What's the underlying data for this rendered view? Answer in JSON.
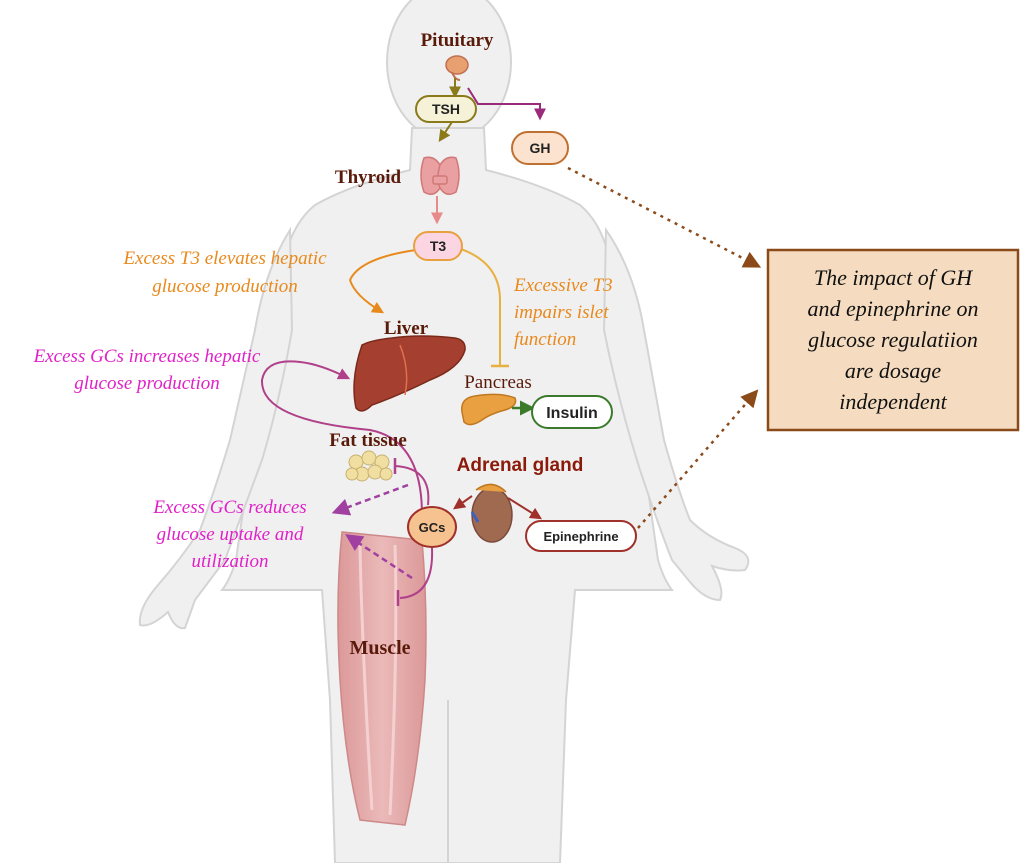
{
  "labels": {
    "pituitary": "Pituitary",
    "thyroid": "Thyroid",
    "liver": "Liver",
    "pancreas": "Pancreas",
    "fat_tissue": "Fat tissue",
    "adrenal_gland": "Adrenal gland",
    "muscle": "Muscle"
  },
  "hormones": {
    "tsh": "TSH",
    "gh": "GH",
    "t3": "T3",
    "insulin": "Insulin",
    "gcs": "GCs",
    "epinephrine": "Epinephrine"
  },
  "annotations": {
    "t3_liver_line1": "Excess T3 elevates hepatic",
    "t3_liver_line2": "glucose production",
    "t3_islet_line1": "Excessive T3",
    "t3_islet_line2": "impairs islet",
    "t3_islet_line3": "function",
    "gcs_liver_line1": "Excess GCs increases hepatic",
    "gcs_liver_line2": "glucose production",
    "gcs_uptake_line1": "Excess GCs reduces",
    "gcs_uptake_line2": "glucose uptake and",
    "gcs_uptake_line3": "utilization"
  },
  "callout": {
    "line1": "The impact of GH",
    "line2": "and epinephrine on",
    "line3": "glucose regulatiion",
    "line4": "are dosage",
    "line5": "independent"
  },
  "colors": {
    "orange_text": "#e8891c",
    "magenta_text": "#e020c8",
    "brown_label": "#5a1a0a",
    "dark_red_label": "#8b1a0a",
    "tsh_arrow": "#8a7a1a",
    "gh_arrow": "#9a2a7a",
    "t3_arrow": "#e88a8a",
    "gcs_arrow": "#b0408a",
    "insulin_arrow": "#3a7a2a",
    "dotted_arrow": "#8b4a1a",
    "callout_fill": "#f5dcc0",
    "callout_border": "#8b4a1a",
    "body_fill": "#f0f0f0",
    "body_stroke": "#d4d4d4"
  }
}
